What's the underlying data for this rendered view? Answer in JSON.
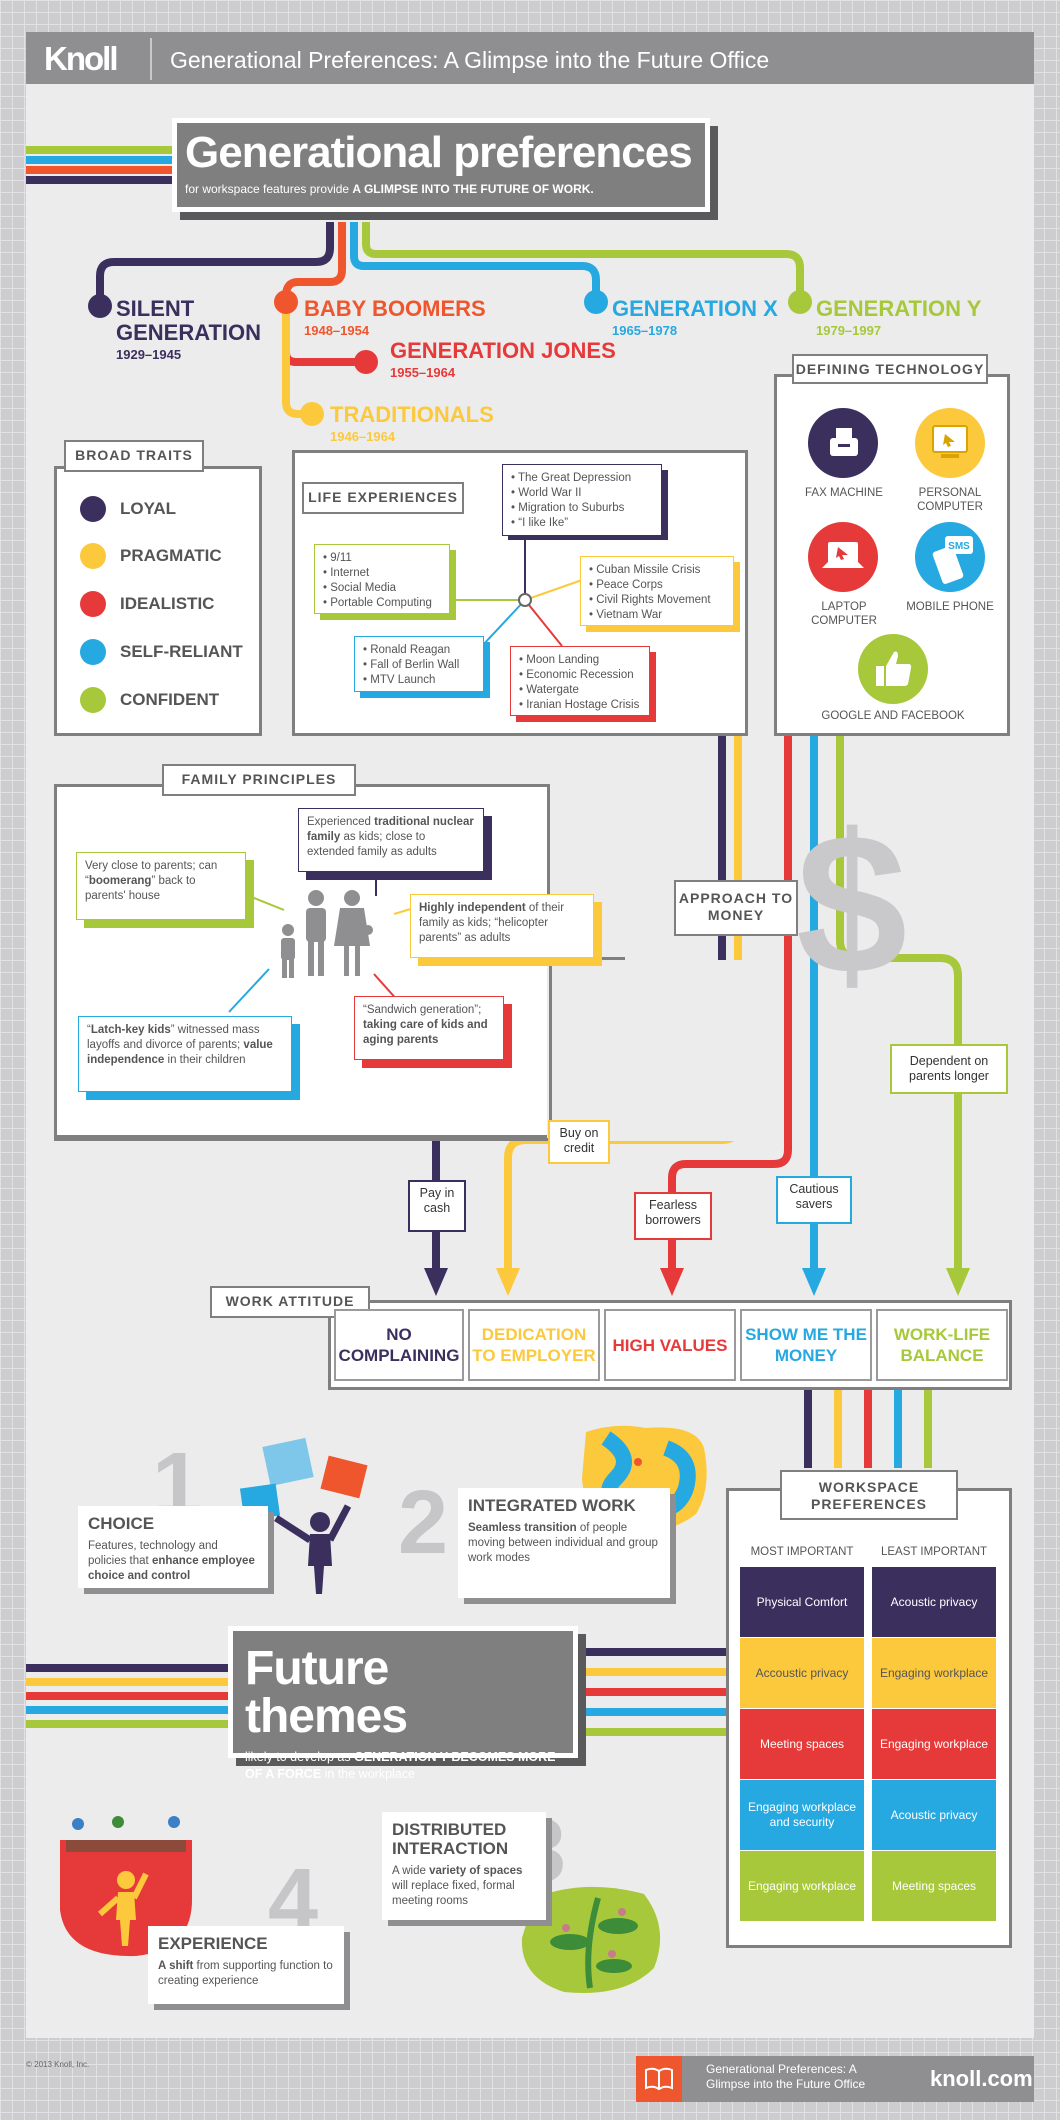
{
  "header": {
    "logo": "Knoll",
    "title": "Generational Preferences: A Glimpse into the Future Office"
  },
  "hero": {
    "title": "Generational preferences",
    "sub_pre": "for workspace features provide ",
    "sub_bold": "A GLIMPSE INTO THE FUTURE OF WORK."
  },
  "generations": [
    {
      "name": "SILENT GENERATION",
      "years": "1929–1945",
      "color": "#3b2f5e"
    },
    {
      "name": "BABY BOOMERS",
      "years": "1948–1954",
      "color": "#f0562d"
    },
    {
      "name": "GENERATION JONES",
      "years": "1955–1964",
      "color": "#e63a3a"
    },
    {
      "name": "TRADITIONALS",
      "years": "1946–1964",
      "color": "#fcc93d"
    },
    {
      "name": "GENERATION X",
      "years": "1965–1978",
      "color": "#26a8e0"
    },
    {
      "name": "GENERATION Y",
      "years": "1979–1997",
      "color": "#a7c83a"
    }
  ],
  "traits": {
    "tag": "BROAD TRAITS",
    "items": [
      "LOYAL",
      "PRAGMATIC",
      "IDEALISTIC",
      "SELF-RELIANT",
      "CONFIDENT"
    ]
  },
  "life": {
    "tag": "LIFE EXPERIENCES",
    "silent": [
      "The Great Depression",
      "World War II",
      "Migration to Suburbs",
      "“I like Ike”"
    ],
    "y": [
      "9/11",
      "Internet",
      "Social Media",
      "Portable Computing"
    ],
    "trad": [
      "Cuban Missile Crisis",
      "Peace Corps",
      "Civil Rights Movement",
      "Vietnam War"
    ],
    "x": [
      "Ronald Reagan",
      "Fall of Berlin Wall",
      "MTV Launch"
    ],
    "jones": [
      "Moon Landing",
      "Economic Recession",
      "Watergate",
      "Iranian Hostage Crisis"
    ]
  },
  "tech": {
    "tag": "DEFINING TECHNOLOGY",
    "items": [
      "FAX MACHINE",
      "PERSONAL COMPUTER",
      "LAPTOP COMPUTER",
      "MOBILE PHONE",
      "GOOGLE AND FACEBOOK"
    ],
    "sms": "SMS"
  },
  "family": {
    "tag": "FAMILY PRINCIPLES",
    "n1a": "Experienced ",
    "n1b": "traditional nuclear family",
    "n1c": " as kids; close to extended family as adults",
    "n2a": "Very close to parents; can “",
    "n2b": "boomerang",
    "n2c": "” back to parents' house",
    "n3a": "Highly independent",
    "n3b": " of their family as kids; “helicopter parents” as adults",
    "n4a": "“Sandwich generation”; ",
    "n4b": "taking care of kids and aging parents",
    "n5a": "“",
    "n5b": "Latch-key kids",
    "n5c": "” witnessed mass layoffs and divorce of parents; ",
    "n5d": "value independence",
    "n5e": " in their children"
  },
  "money": {
    "tag": "APPROACH TO MONEY",
    "cash": "Pay in cash",
    "credit": "Buy on credit",
    "fearless": "Fearless borrowers",
    "cautious": "Cautious savers",
    "dependent": "Dependent on parents longer",
    "dollar": "$"
  },
  "attitude": {
    "tag": "WORK ATTITUDE",
    "items": [
      "NO COMPLAINING",
      "DEDICATION TO EMPLOYER",
      "HIGH VALUES",
      "SHOW ME THE MONEY",
      "WORK-LIFE BALANCE"
    ]
  },
  "workspace": {
    "tag": "WORKSPACE PREFERENCES",
    "most": "MOST IMPORTANT",
    "least": "LEAST IMPORTANT",
    "most_items": [
      "Physical Comfort",
      "Accoustic privacy",
      "Meeting spaces",
      "Engaging workplace and security",
      "Engaging workplace"
    ],
    "least_items": [
      "Acoustic privacy",
      "Engaging workplace",
      "Engaging workplace",
      "Acoustic privacy",
      "Meeting spaces"
    ]
  },
  "themes": {
    "title": "Future themes",
    "sub_a": "likely to develop as ",
    "sub_b": "GENERATION Y BECOMES MORE OF A FORCE",
    "sub_c": " in the workplace",
    "t1": {
      "num": "1",
      "h": "CHOICE",
      "a": "Features, technology and policies that ",
      "b": "enhance employee choice and control"
    },
    "t2": {
      "num": "2",
      "h": "INTEGRATED WORK",
      "a": "Seamless transition",
      "b": " of people moving between individual and group work modes"
    },
    "t3": {
      "num": "3",
      "h": "DISTRIBUTED INTERACTION",
      "a": "A wide ",
      "b": "variety of spaces",
      "c": " will replace fixed, formal meeting rooms"
    },
    "t4": {
      "num": "4",
      "h": "EXPERIENCE",
      "a": "A shift",
      "b": " from supporting function to creating experience"
    }
  },
  "footer": {
    "copyright": "© 2013 Knoll, Inc.",
    "title": "Generational Preferences: A Glimpse into the Future Office",
    "site": "knoll.com"
  },
  "colors": {
    "purple": "#3b2f5e",
    "orange": "#f0562d",
    "red": "#e63a3a",
    "yellow": "#fcc93d",
    "blue": "#26a8e0",
    "green": "#a7c83a",
    "gray": "#7f7f80"
  }
}
